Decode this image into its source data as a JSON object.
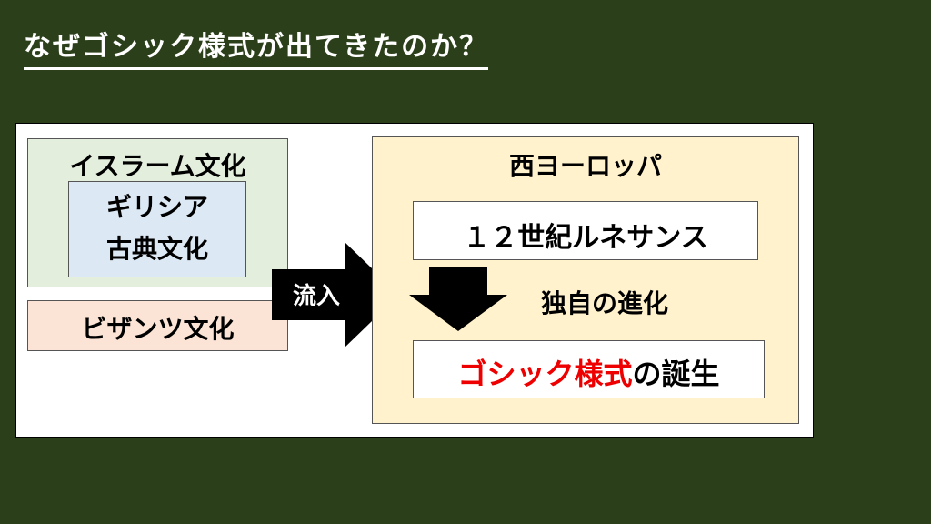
{
  "title": "なぜゴシック様式が出てきたのか？",
  "islamic_culture": "イスラーム文化",
  "greek_culture_line1": "ギリシア",
  "greek_culture_line2": "古典文化",
  "byzantine_culture": "ビザンツ文化",
  "inflow_label": "流入",
  "western_europe": "西ヨーロッパ",
  "renaissance_12c": "１２世紀ルネサンス",
  "independent_evolution": "独自の進化",
  "gothic_style": "ゴシック様式",
  "gothic_birth_suffix": "の誕生",
  "colors": {
    "background": "#2c3f1b",
    "highlight_red": "#ee0000",
    "islamic_fill": "#e3eedd",
    "greek_fill": "#dce9f5",
    "byzantine_fill": "#fbe4d5",
    "west_fill": "#fff2cc"
  },
  "icons": [
    "arrow-right-icon",
    "arrow-down-icon"
  ]
}
